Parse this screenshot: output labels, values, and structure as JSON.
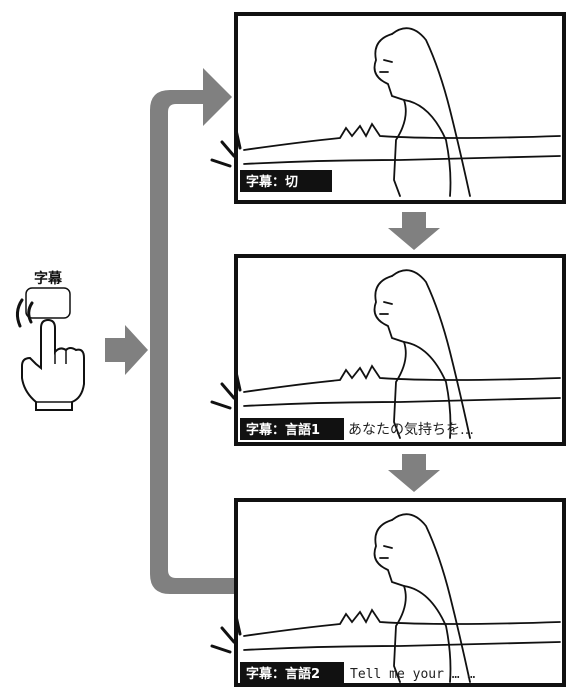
{
  "button": {
    "label": "字幕"
  },
  "screens": [
    {
      "tag": "字幕：切",
      "caption": ""
    },
    {
      "tag": "字幕：言語1",
      "caption": "あなたの気持ちを…"
    },
    {
      "tag": "字幕：言語2",
      "caption": "Tell me your … …"
    }
  ],
  "colors": {
    "arrow": "#808080",
    "frame": "#111111",
    "tag_bg": "#111111"
  }
}
